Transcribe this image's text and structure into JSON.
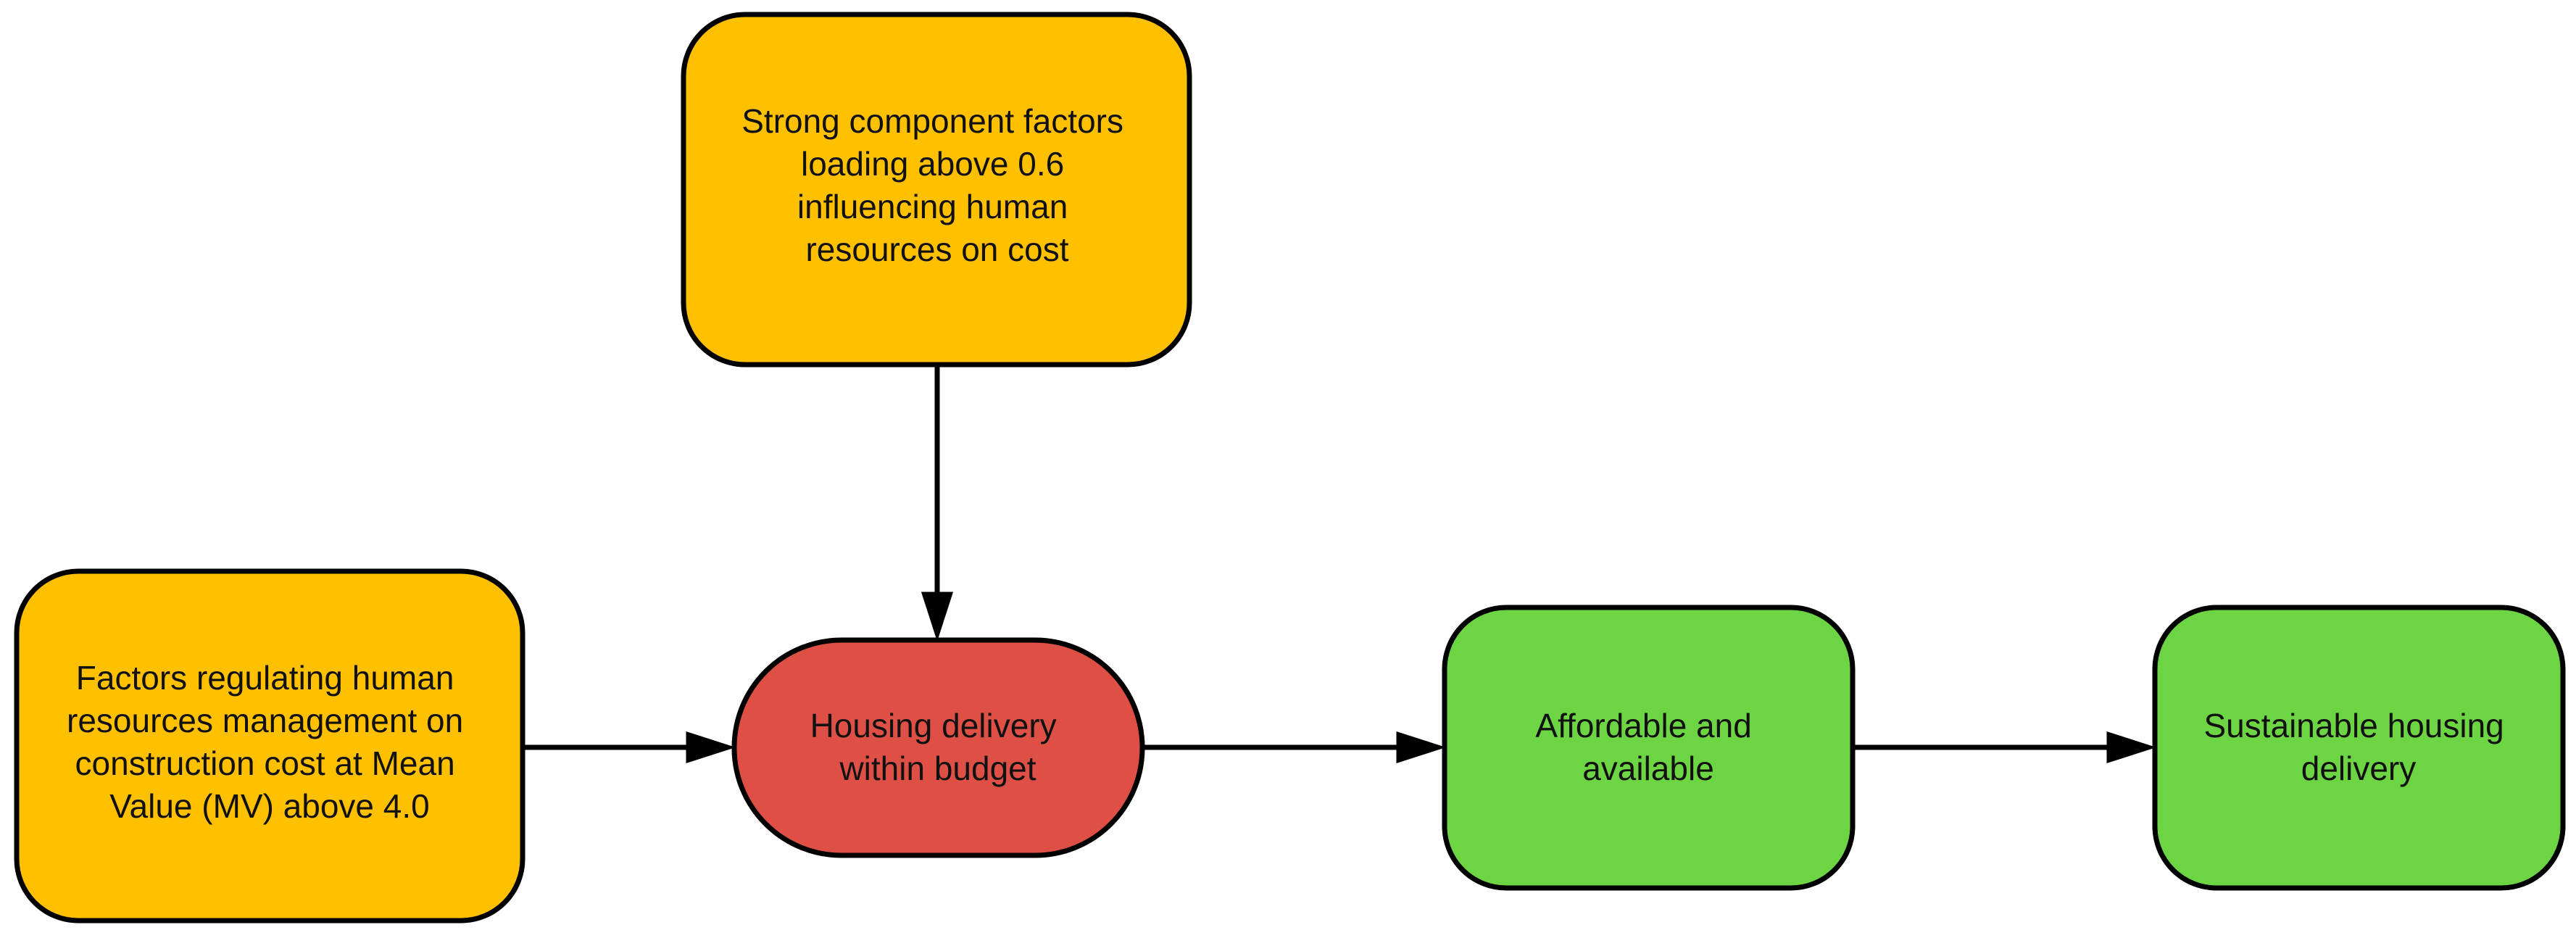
{
  "colors": {
    "input": "#FFC000",
    "process": "#DE5046",
    "outcome": "#6DD444",
    "stroke": "#000000",
    "background": "#FFFFFF"
  },
  "nodes": {
    "strong_component": {
      "lines": [
        "Strong component factors",
        "loading above 0.6",
        "influencing human",
        "resources on cost"
      ]
    },
    "factors_regulating": {
      "lines": [
        "Factors regulating human",
        "resources management on",
        "construction cost at Mean",
        "Value (MV) above 4.0"
      ]
    },
    "housing_budget": {
      "lines": [
        "Housing delivery",
        "within budget"
      ]
    },
    "affordable": {
      "lines": [
        "Affordable and",
        "available"
      ]
    },
    "sustainable": {
      "lines": [
        "Sustainable housing",
        "delivery"
      ]
    }
  }
}
